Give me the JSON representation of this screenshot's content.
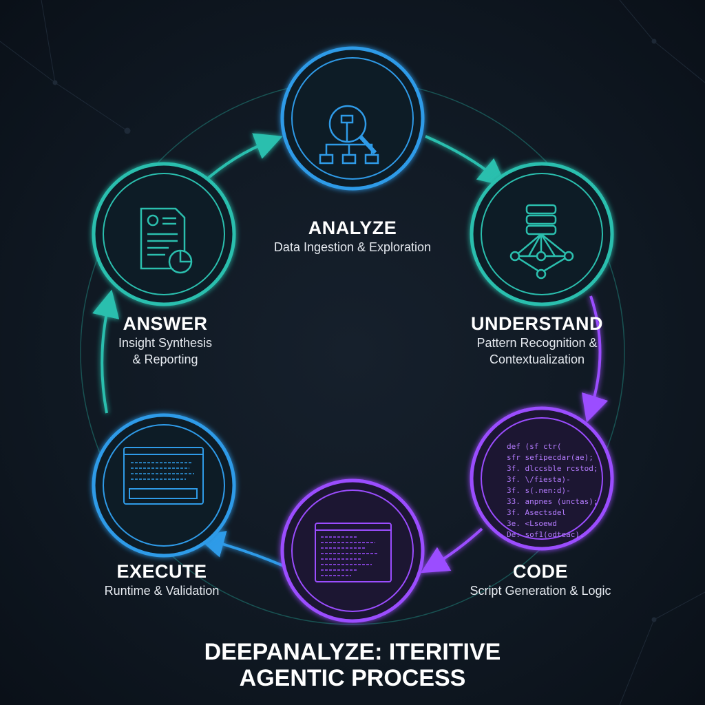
{
  "title": {
    "line1": "DEEPANALYZE: ITERITIVE",
    "line2": "AGENTIC PROCESS"
  },
  "steps": [
    {
      "name": "ANALYZE",
      "subtitle": [
        "Data Ingestion & Exploration"
      ],
      "icon": "flowchart-magnifier-icon",
      "color": "#2f9be8"
    },
    {
      "name": "UNDERSTAND",
      "subtitle": [
        "Pattern Recognition &",
        "Contextualization"
      ],
      "icon": "database-network-icon",
      "color": "#2bbfae"
    },
    {
      "name": "CODE",
      "subtitle": [
        "Script Generation & Logic"
      ],
      "icon": "code-icon",
      "color": "#9b4dff"
    },
    {
      "name": "EXECUTE",
      "subtitle": [
        "Runtime & Validation"
      ],
      "icon": "terminal-window-icon",
      "color": "#2f9be8"
    },
    {
      "name": "ANSWER",
      "subtitle": [
        "Insight Synthesis",
        "& Reporting"
      ],
      "icon": "report-document-icon",
      "color": "#2bbfae"
    }
  ],
  "code_lines": [
    "def (sf ctr(",
    "sfr sefipecdar(ae);",
    "3f. dlccsble rcstod;",
    "3f. \\/fiesta)-",
    "3f. s(.nen:d)-",
    "33. anpnes (unctas);",
    "3f. Asectsdel",
    "3e. <Lsoewd",
    "De: sof1(odteac)."
  ],
  "colors": {
    "blue": "#2f9be8",
    "teal": "#2bbfae",
    "purple": "#9b4dff",
    "background": "#0f1822"
  }
}
